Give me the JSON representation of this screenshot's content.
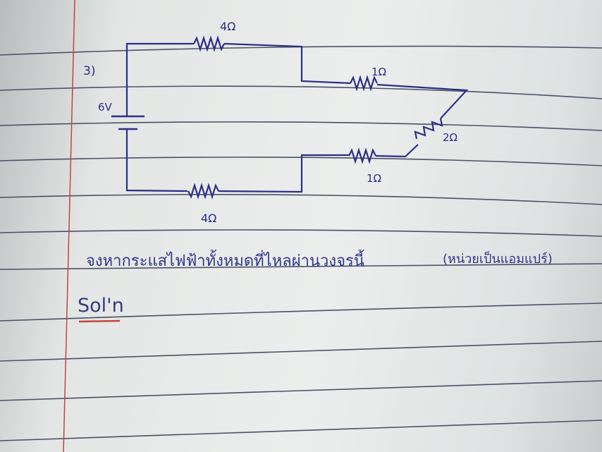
{
  "problem": {
    "number": "3)",
    "question": "จงหากระแสไฟฟ้าทั้งหมดที่ไหลผ่านวงจรนี้",
    "unit_note": "(หน่วยเป็นแอมแปร์)",
    "solution_label": "Sol'n"
  },
  "circuit": {
    "battery_label": "6V",
    "resistors": {
      "top": "4Ω",
      "upper_right": "1Ω",
      "diagonal": "2Ω",
      "lower_right": "1Ω",
      "bottom": "4Ω"
    }
  },
  "colors": {
    "ink": "#2c2f86",
    "rule": "#3d4660",
    "margin": "#c0463f"
  }
}
